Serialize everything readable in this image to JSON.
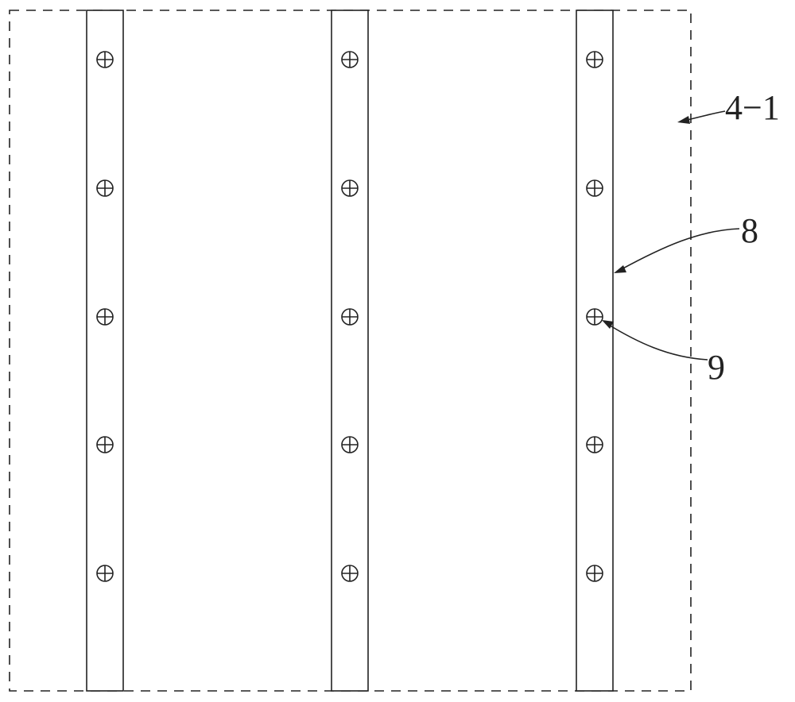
{
  "labels": {
    "panel": "4−1",
    "strip": "8",
    "screw": "9"
  },
  "colors": {
    "line": "#222222",
    "background": "#ffffff"
  },
  "parts": {
    "strip_count": 3,
    "screws_per_strip": 5
  }
}
